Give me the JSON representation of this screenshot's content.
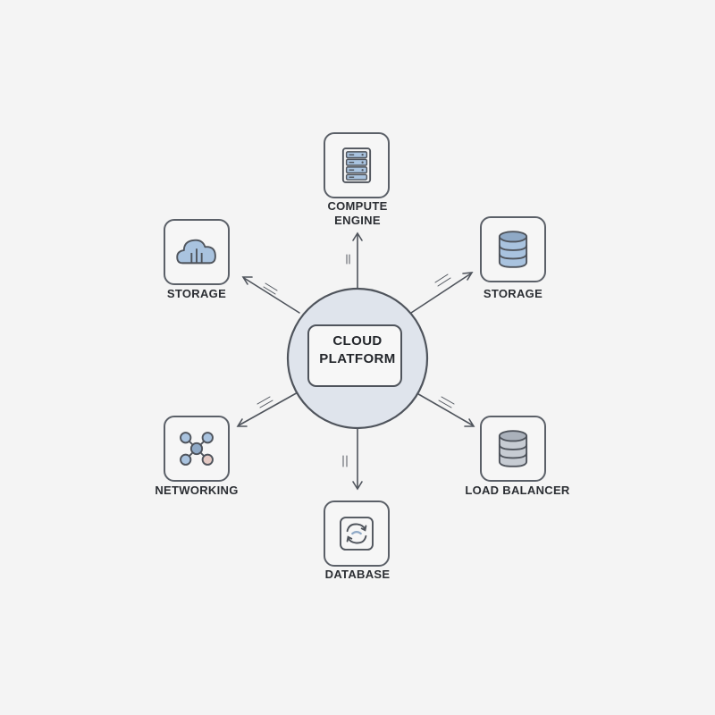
{
  "center": {
    "line1": "CLOUD",
    "line2": "PLATFORM"
  },
  "nodes": {
    "compute": {
      "line1": "COMPUTE",
      "line2": "ENGINE",
      "icon": "server-rack-icon"
    },
    "storage_left": {
      "label": "STORAGE",
      "icon": "cloud-storage-icon"
    },
    "storage_right": {
      "label": "STORAGE",
      "icon": "database-cylinder-icon"
    },
    "networking": {
      "label": "NETWORKING",
      "icon": "network-nodes-icon"
    },
    "load_balancer": {
      "label": "LOAD BALANCER",
      "icon": "database-cylinder-icon"
    },
    "database": {
      "label": "DATABASE",
      "icon": "sync-arrows-icon"
    }
  },
  "colors": {
    "stroke": "#4f545c",
    "accent": "#a9c3df",
    "accent_dark": "#8fa9c6",
    "center_fill": "#dfe4ec",
    "node_pink": "#e4c9c3"
  }
}
